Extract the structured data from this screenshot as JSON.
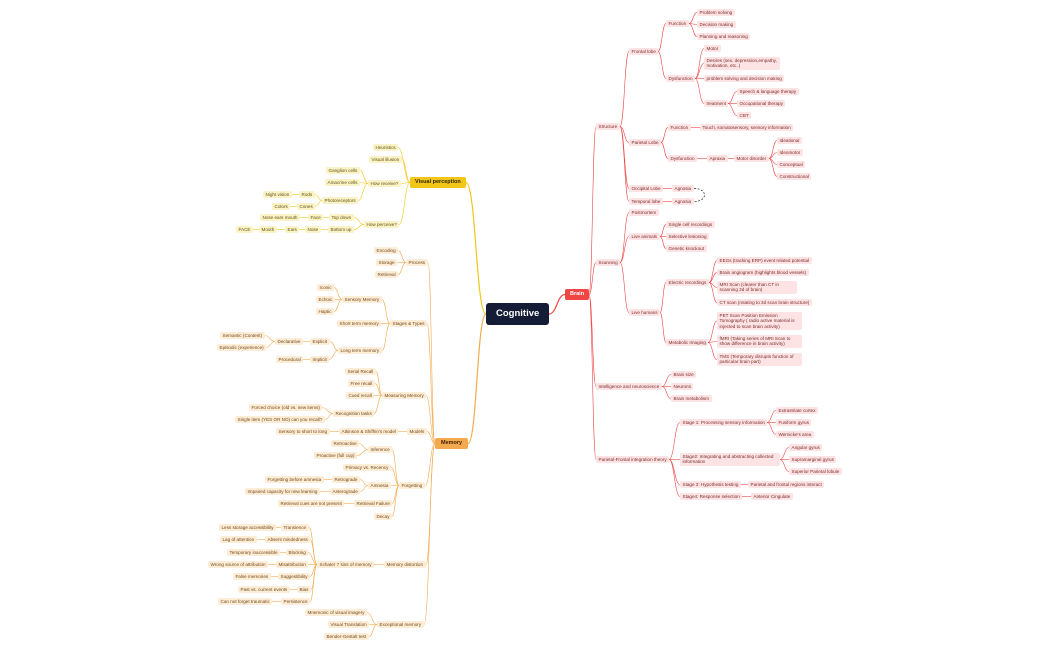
{
  "root": "Cognitive",
  "brain": {
    "label": "Brain",
    "structure": {
      "label": "Structure",
      "frontal": {
        "label": "Frontal lobe",
        "function": {
          "label": "Function",
          "items": [
            "Problem solving",
            "Decision making",
            "Planning and reasoning"
          ]
        },
        "dysfunction": {
          "label": "Dysfunction",
          "items": [
            "Motor",
            "Desires (sex, depression,empathy, motivation, etc..)",
            "problem solving and decision making"
          ],
          "treatment": {
            "label": "treatment",
            "items": [
              "Speech & language therapy",
              "Occupational therapy",
              "CBT"
            ]
          }
        }
      },
      "parietal": {
        "label": "Parietal Lobe",
        "function": {
          "label": "Function",
          "item": "Touch, somatosensory, sensory information"
        },
        "dysfunction": {
          "label": "Dysfunction",
          "apraxia": "Apraxia",
          "motor_disorder": "Motor disorder",
          "items": [
            "Ideational",
            "Ideomotor",
            "Conceptual",
            "Constructional"
          ]
        }
      },
      "occipital": {
        "label": "Occipital Lobe",
        "child": "Agnosia"
      },
      "temporal": {
        "label": "Temporal lobe",
        "child": "Agnosia"
      }
    },
    "scanning": {
      "label": "Scanning",
      "postmortem": "Postmortem",
      "live_animals": {
        "label": "Live animals",
        "items": [
          "Single cell recordings",
          "Selective lesioning",
          "Genetic knockout"
        ]
      },
      "live_humans": {
        "label": "Live humans",
        "electric": {
          "label": "Electric recordings",
          "items": [
            "EEGs (tracking ERP) event related potential",
            "Brain angiogram (highlights blood vessels)",
            "MRI Scan (clearer than CT in scanning 3d of brain)",
            "CT scan (rotating to 3d scan brain structure)"
          ]
        },
        "metabolic": {
          "label": "Metabolic Imaging",
          "items": [
            "PET Scan Position Emission Tomography ( radio active material is injected to scan brain activity)",
            "fMRI (Taking series of MRI Scan to show difference in brain activity)",
            "TMS (Temporary disrupts function of particular brain part)"
          ]
        }
      }
    },
    "intelligence": {
      "label": "Intelligence and neuroscience",
      "items": [
        "Brain size",
        "Neurons",
        "Brain metabolism"
      ]
    },
    "pfit": {
      "label": "Parietal-Frontal integration theory",
      "stage1": {
        "label": "Stage 1: Processing sensory information",
        "items": [
          "Extrastriate cortex",
          "Fusiform gyrus",
          "Wernicke's area"
        ]
      },
      "stage2": {
        "label": "Stage2: Integrating and abstracting collected information",
        "items": [
          "Angular gyrus",
          "Supramarginal gyrus",
          "Superior Parietal lobule"
        ]
      },
      "stage3": {
        "label": "Stage 3: Hypothesis testing",
        "item": "Parietal and frontal regions interact"
      },
      "stage4": {
        "label": "Stage4: Response selection",
        "item": "Anterior Cingulate"
      }
    }
  },
  "visual": {
    "label": "Visual perception",
    "heuristics": "Heuristics",
    "illusion": "Visual illusion",
    "receive": {
      "label": "How receive?",
      "ganglion": "Ganglion cells",
      "amacrine": "Amacrine cells",
      "photoreceptors": "Photoreceptors",
      "rods": "Rods",
      "cones": "Cones",
      "night": "Night vision",
      "colors": "Colors"
    },
    "perceive": {
      "label": "How perceive?",
      "topdown": "Top down",
      "face1": "Face",
      "noseears": "Nose ears mouth",
      "bottomup": "Bottom up",
      "nose": "Nose",
      "ears": "Ears",
      "mouth": "Mouth",
      "face2": "FACE"
    }
  },
  "memory": {
    "label": "Memory",
    "process": {
      "label": "Process",
      "items": [
        "Encoding",
        "Storage",
        "Retrieval"
      ]
    },
    "stages": {
      "label": "Stages & Types",
      "sensory": {
        "label": "Sensory Memory",
        "items": [
          "Iconic",
          "Echoic",
          "Haptic"
        ]
      },
      "short": "Short term memory",
      "long": {
        "label": "Long term memory",
        "explicit": "Explicit",
        "declarative": "Declarative",
        "semantic": "Semantic (Content)",
        "episodic": "Episodic (experience)",
        "implicit": "Implicit",
        "procedural": "Procedural"
      }
    },
    "measuring": {
      "label": "Measuring Memory",
      "items": [
        "Serial Recall",
        "Free recall",
        "Cued recall"
      ],
      "recognition": {
        "label": "Recognition tasks",
        "items": [
          "Forced choice (old vs. new items)",
          "Single item (YES OR NO) can you recall?"
        ]
      }
    },
    "models": {
      "label": "Models",
      "atkinson": "Atkinson & Shiffrin's model",
      "sensory": "Sensory to short to long"
    },
    "forgetting": {
      "label": "Forgetting",
      "interference": "Inference",
      "retroactive": "Retroactive",
      "proactive": "Proactive (full cup)",
      "primacy": "Primacy vs. Recency",
      "amnesia": "Amnesia",
      "retrograde": "Retrograde",
      "retrograde_desc": "Forgetting before amnesia",
      "anterograde": "Anterograde",
      "anterograde_desc": "Impaired capacity for new learning",
      "retrieval": "Retrieval Failure",
      "retrieval_desc": "Retrieval cues are not present",
      "decay": "Decay"
    },
    "distortion": {
      "label": "Memory distortion",
      "schacter": "Schater 7 sins of memory",
      "sins": [
        {
          "name": "Transience",
          "desc": "Less storage accessibility"
        },
        {
          "name": "Absent mindedness",
          "desc": "Lag of attention"
        },
        {
          "name": "Blocking",
          "desc": "Temporary inaccessible"
        },
        {
          "name": "Misattribution",
          "desc": "Wrong source of attribution"
        },
        {
          "name": "Suggestibility",
          "desc": "False memories"
        },
        {
          "name": "Bias",
          "desc": "Past vs. current events"
        },
        {
          "name": "Persistence",
          "desc": "Can not forget traumatic"
        }
      ]
    },
    "exceptional": {
      "label": "Exceptional memory",
      "items": [
        "Mnemonic of visual imagery",
        "Visual Translation",
        "Bender-Gestalt test"
      ]
    }
  },
  "colors": {
    "brain": "#ee4545",
    "memory": "#f5a94f",
    "visual": "#f2c618",
    "root": "#141c36"
  }
}
